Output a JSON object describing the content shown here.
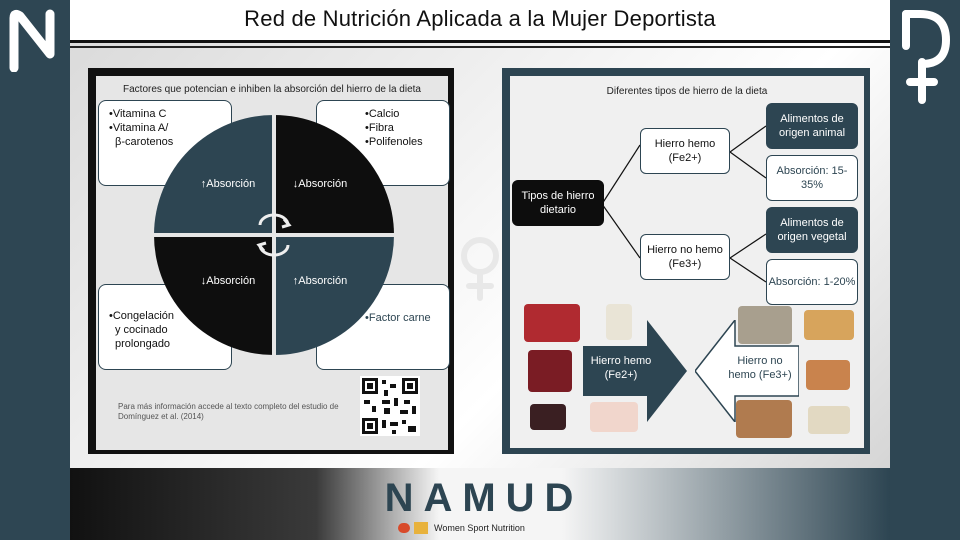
{
  "header": {
    "title": "Red de Nutrición Aplicada a la Mujer Deportista"
  },
  "logos": {
    "left_letter": "N",
    "right_letter": "D"
  },
  "left_panel": {
    "heading": "Factores que potencian e inhiben la absorción del hierro de la dieta",
    "top_left_items": [
      "•Vitamina C",
      "•Vitamina A/",
      "β-carotenos"
    ],
    "top_right_items": [
      "•Calcio",
      "•Fibra",
      "•Polifenoles"
    ],
    "bottom_left_items": [
      "•Congelación",
      "y cocinado",
      "prolongado"
    ],
    "bottom_right_items": [
      "•Factor carne"
    ],
    "quadrants": {
      "tl": "↑Absorción",
      "tr": "↓Absorción",
      "bl": "↓Absorción",
      "br": "↑Absorción"
    },
    "footnote": "Para más información accede al texto completo del estudio de Domínguez et al. (2014)"
  },
  "right_panel": {
    "heading": "Diferentes tipos de hierro de la dieta",
    "root": "Tipos de hierro dietario",
    "hemo": "Hierro hemo (Fe2+)",
    "nohemo": "Hierro no hemo (Fe3+)",
    "hemo_food": "Alimentos de origen animal",
    "hemo_abs": "Absorción: 15-35%",
    "nohemo_food": "Alimentos de origen vegetal",
    "nohemo_abs": "Absorción: 1-20%",
    "arrow_left": "Hierro hemo (Fe2+)",
    "arrow_right": "Hierro no hemo (Fe3+)"
  },
  "footer": {
    "brand": "NAMUD",
    "tagline": "Women Sport Nutrition"
  },
  "colors": {
    "teal": "#2d4552",
    "black": "#0e0e0e"
  }
}
